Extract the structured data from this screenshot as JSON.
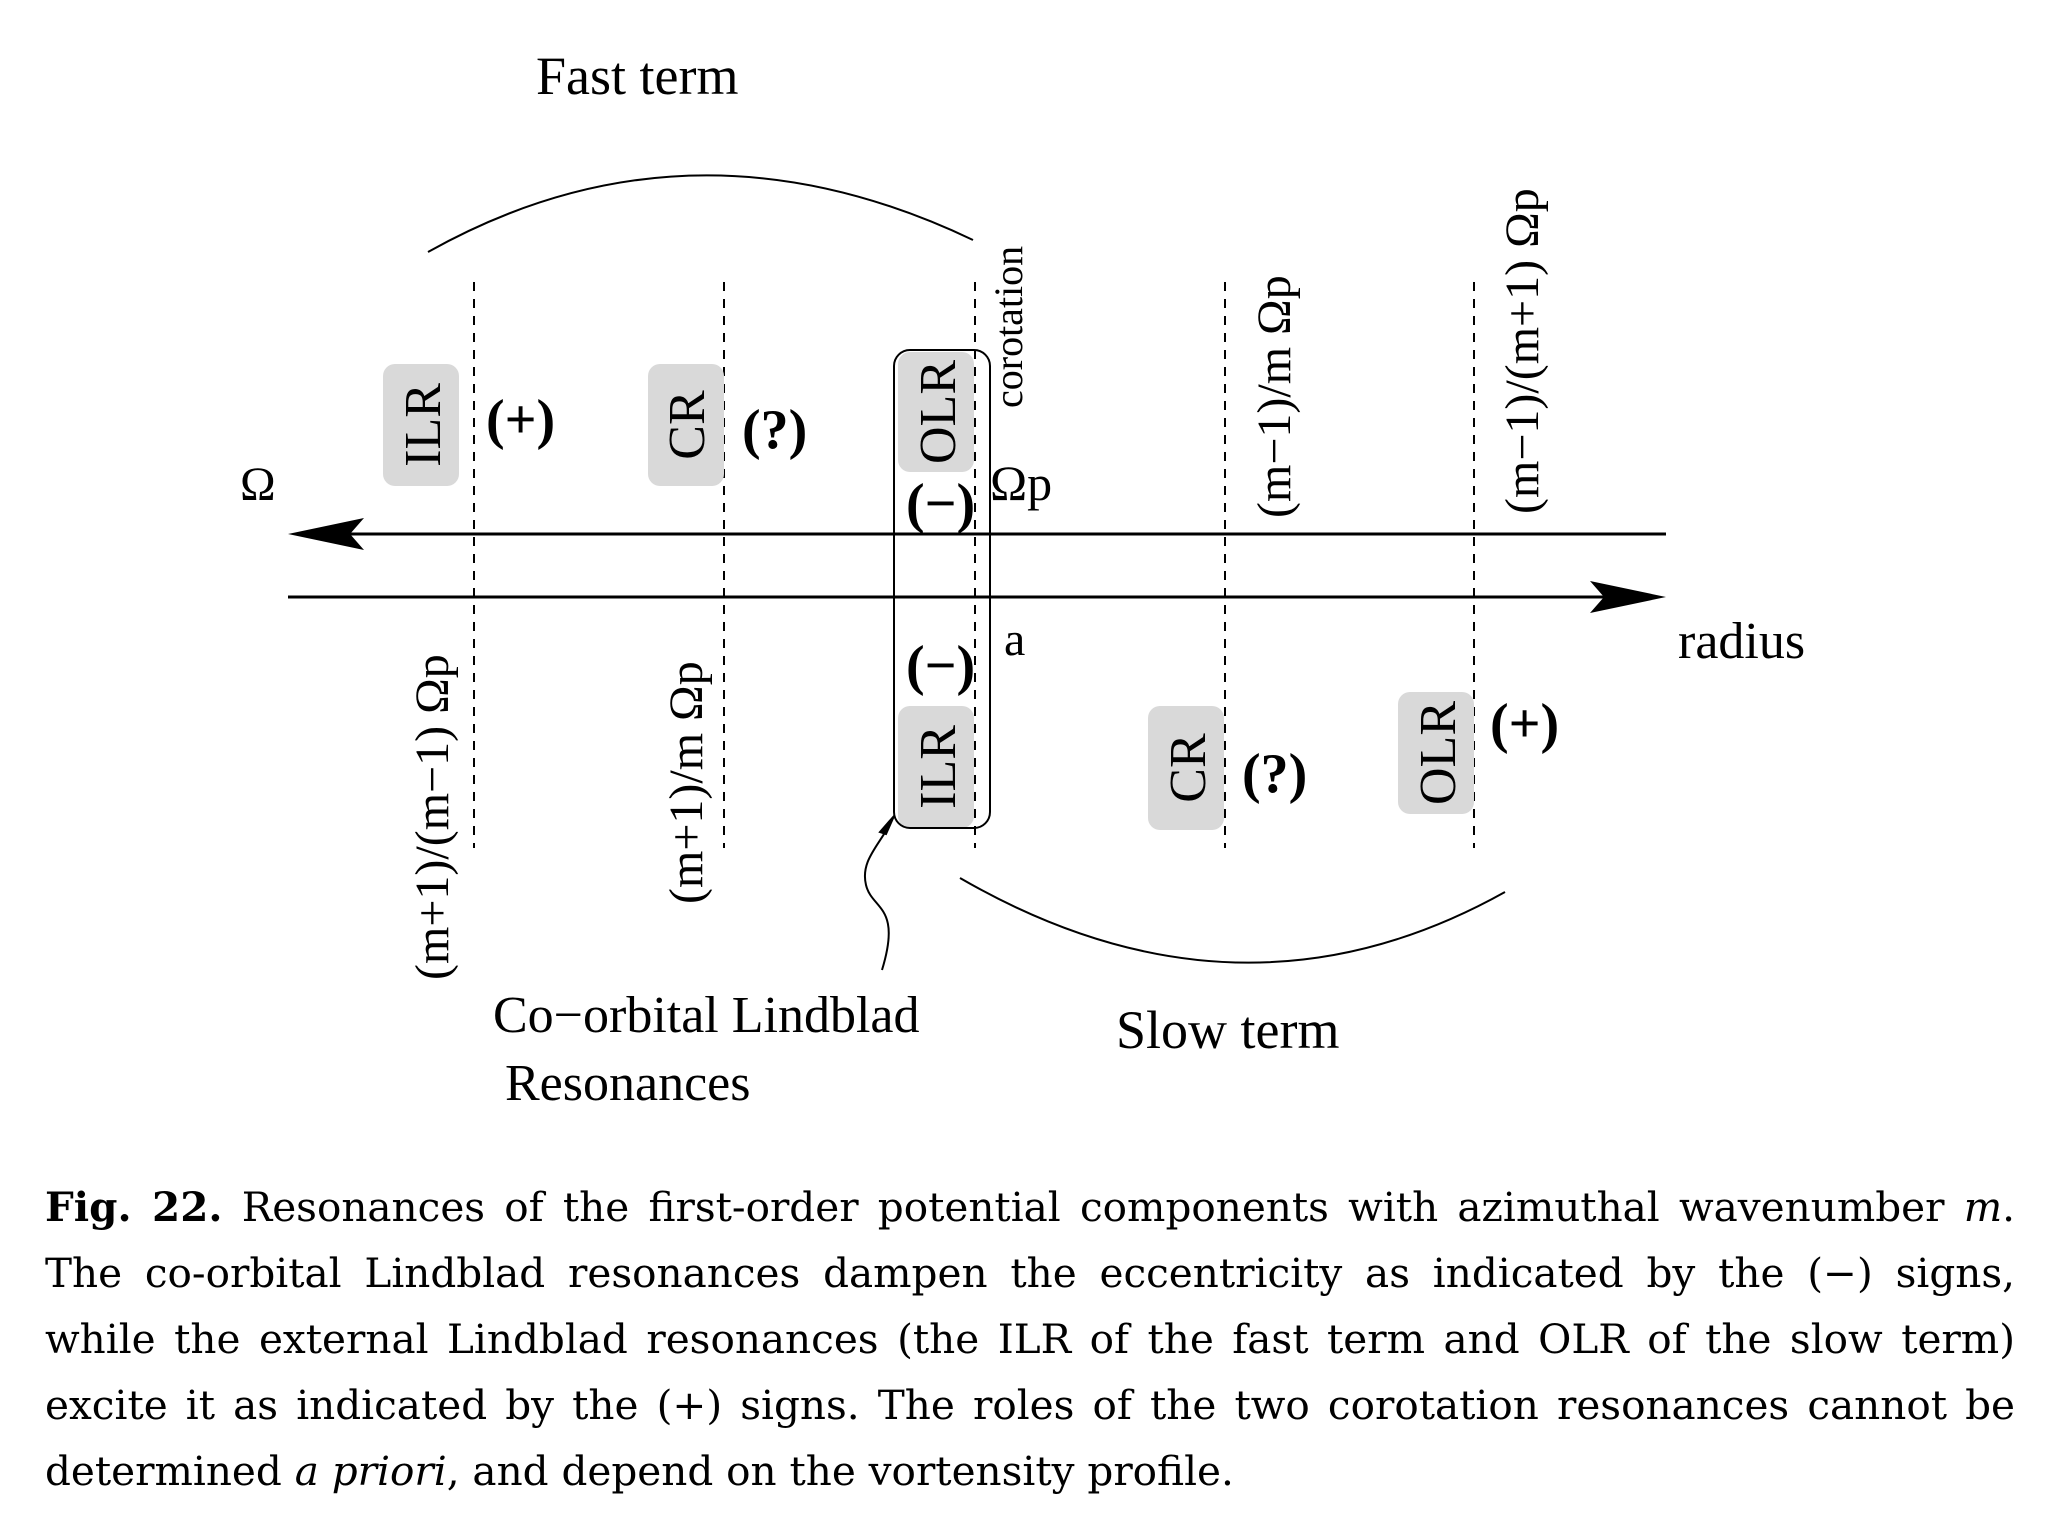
{
  "diagram": {
    "title_fast": "Fast term",
    "title_slow": "Slow term",
    "omega_axis_label": "Ω",
    "radius_axis_label": "radius",
    "corotation_label": "corotation",
    "omega_p_label": "Ωp",
    "a_label": "a",
    "co_orbital_line1": "Co−orbital Lindblad",
    "co_orbital_line2": "Resonances",
    "upper_lines": [
      "(m−1)/m Ωp",
      "(m−1)/(m+1) Ωp"
    ],
    "lower_lines": [
      "(m+1)/(m−1) Ωp",
      "(m+1)/m Ωp"
    ],
    "fast_resonances": [
      {
        "label": "ILR",
        "sign": "(+)"
      },
      {
        "label": "CR",
        "sign": "(?)"
      },
      {
        "label": "OLR",
        "sign": "(−)"
      }
    ],
    "slow_resonances": [
      {
        "label": "ILR",
        "sign": "(−)"
      },
      {
        "label": "CR",
        "sign": "(?)"
      },
      {
        "label": "OLR",
        "sign": "(+)"
      }
    ]
  },
  "caption": {
    "fig_label": "Fig. 22.",
    "part1": " Resonances of the first-order potential components with azimuthal wavenumber ",
    "m_symbol": "m",
    "part2": ". The co-orbital Lindblad resonances dampen the eccentricity as indicated by the (−) signs, while the external Lindblad resonances (the ILR of the fast term and OLR of the slow term) excite it as indicated by the (+) signs. The roles of the two corotation resonances cannot be determined ",
    "a_priori": "a priori",
    "part3": ", and depend on the vortensity profile."
  }
}
